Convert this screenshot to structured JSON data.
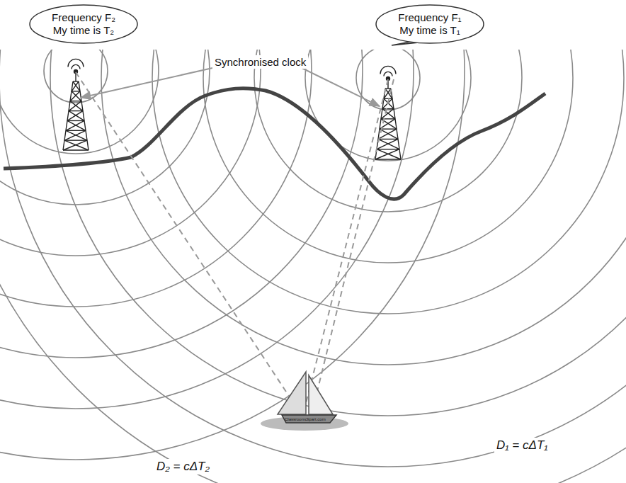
{
  "diagram": {
    "nodes": [
      {
        "text": [
          "Frequency F₂ My time is T₂"
        ]
      },
      {
        "text": [
          "Frequency F₁ My time is T₁"
        ]
      }
    ],
    "labels": [
      "Synchronised clock",
      "D₁ = cΔT₁",
      "D₂ = cΔT₂",
      "Classroomclipart.com"
    ]
  }
}
